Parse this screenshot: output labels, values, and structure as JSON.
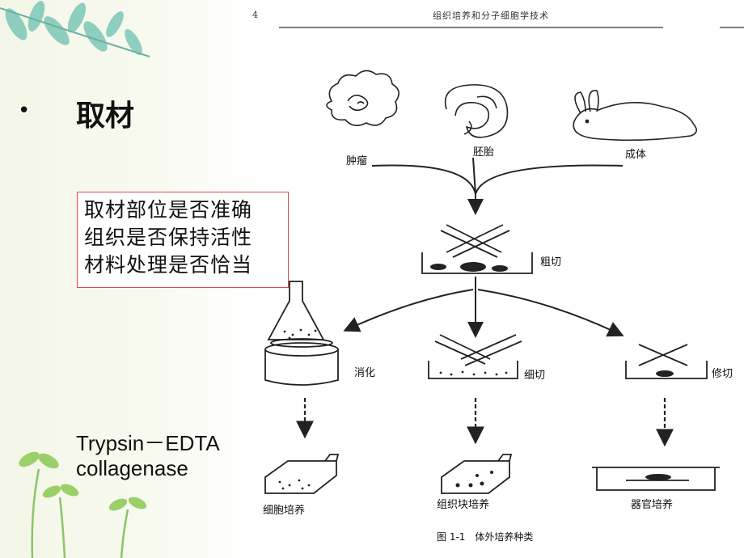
{
  "slide": {
    "bullet": "•",
    "title": "取材",
    "criteria": [
      "取材部位是否准确",
      "组织是否保持活性",
      "材料处理是否恰当"
    ],
    "reagents": [
      "Trypsin－EDTA",
      "collagenase"
    ]
  },
  "figure": {
    "page_number": "4",
    "book_header": "组织培养和分子细胞学技术",
    "sources": [
      "肿瘤",
      "胚胎",
      "成体"
    ],
    "step_mince": "粗切",
    "branches": [
      "消化",
      "细切",
      "修切"
    ],
    "cultures": [
      "细胞培养",
      "组织块培养",
      "器官培养"
    ],
    "caption": "图 1-1　体外培养种类"
  },
  "colors": {
    "box_border": "#e04a4a",
    "leaf": "#7cc7b8",
    "sprout": "#9bcf6a"
  }
}
